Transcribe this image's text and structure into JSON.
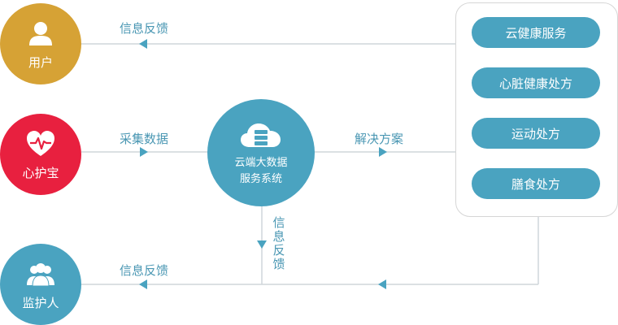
{
  "nodes": {
    "user": "用户",
    "xinhubao": "心护宝",
    "guardian": "监护人",
    "cloud_line1": "云端大数据",
    "cloud_line2": "服务系统"
  },
  "services": [
    "云健康服务",
    "心脏健康处方",
    "运动处方",
    "膳食处方"
  ],
  "labels": {
    "feedback_top": "信息反馈",
    "collect": "采集数据",
    "solution": "解决方案",
    "feedback_vertical": "信息反馈",
    "feedback_bottom": "信息反馈"
  },
  "colors": {
    "user": "#d6a235",
    "xinhubao": "#e8203f",
    "guardian": "#4aa3c0",
    "accent": "#4aa3c0",
    "line": "#cfd6da"
  }
}
